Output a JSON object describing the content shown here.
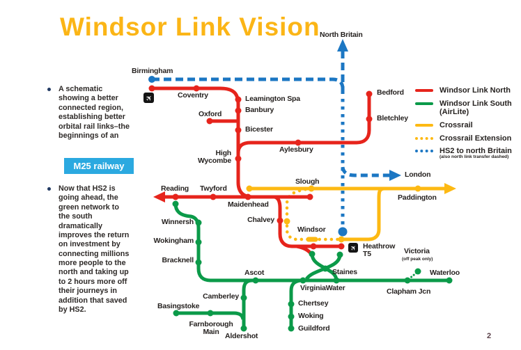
{
  "slide": {
    "title": "Windsor Link Vision",
    "page_number": "2"
  },
  "sidebar": {
    "bullet1": "A schematic showing a better connected region, establishing better orbital rail links–the beginnings of an",
    "bullet1_highlight": "M25 railway",
    "bullet2": "Now that HS2 is going ahead, the green network to the south dramatically improves the return on investment by connecting millions more people to the north and taking up to 2 hours more off their journeys in addition that saved by HS2."
  },
  "legend": {
    "items": [
      {
        "label": "Windsor Link North",
        "color": "#E6241C",
        "style": "solid"
      },
      {
        "label": "Windsor Link South (AirLite)",
        "color": "#0B9A49",
        "style": "solid"
      },
      {
        "label": "Crossrail",
        "color": "#FDB913",
        "style": "solid"
      },
      {
        "label": "Crossrail Extension",
        "color": "#FDB913",
        "style": "dotted"
      },
      {
        "label": "HS2 to north Britain",
        "color": "#1C77C3",
        "style": "dotted"
      }
    ],
    "note": "(also north link transfer dashed)"
  },
  "map": {
    "airport_icon_glyph": "✈",
    "endpoints": {
      "north_britain": "North Britain",
      "london": "London"
    },
    "stations": {
      "birmingham": "Birmingham",
      "coventry": "Coventry",
      "oxford": "Oxford",
      "leamington_spa": "Leamington Spa",
      "banbury": "Banbury",
      "bicester": "Bicester",
      "high_wycombe": "High Wycombe",
      "aylesbury": "Aylesbury",
      "bedford": "Bedford",
      "bletchley": "Bletchley",
      "reading": "Reading",
      "twyford": "Twyford",
      "maidenhead": "Maidenhead",
      "slough": "Slough",
      "paddington": "Paddington",
      "chalvey": "Chalvey",
      "windsor": "Windsor",
      "heathrow": "Heathrow T5",
      "winnersh": "Winnersh",
      "wokingham": "Wokingham",
      "bracknell": "Bracknell",
      "ascot": "Ascot",
      "staines": "Staines",
      "virginia_water": "VirginiaWater",
      "victoria": "Victoria",
      "victoria_note": "(off peak only)",
      "waterloo": "Waterloo",
      "clapham_jcn": "Clapham Jcn",
      "camberley": "Camberley",
      "basingstoke": "Basingstoke",
      "farnborough_main": "Farnborough Main",
      "aldershot": "Aldershot",
      "chertsey": "Chertsey",
      "woking": "Woking",
      "guildford": "Guildford"
    }
  },
  "colors": {
    "title": "#FBB516",
    "red_line": "#E6241C",
    "green_line": "#0B9A49",
    "yellow_line": "#FDB913",
    "blue_line": "#1C77C3",
    "highlight_box": "#2BA9E0",
    "label_text": "#262220"
  }
}
